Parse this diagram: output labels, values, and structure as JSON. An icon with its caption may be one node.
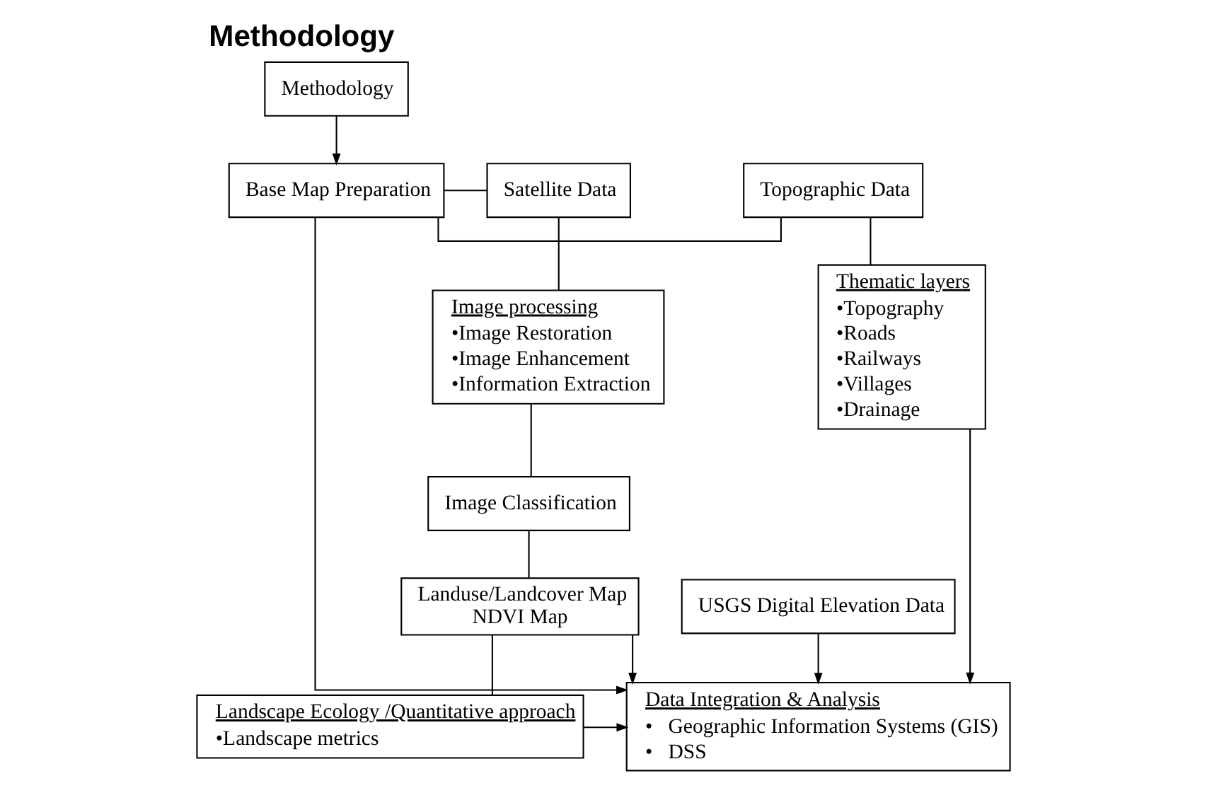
{
  "diagram": {
    "title": "Methodology",
    "nodes": [
      {
        "text": [
          "Methodology"
        ]
      },
      {
        "text": [
          "Base Map Preparation"
        ]
      },
      {
        "text": [
          "Satellite Data"
        ]
      },
      {
        "text": [
          "Topographic Data"
        ]
      },
      {
        "text": [
          "Image processing",
          "•Image Restoration",
          "•Image Enhancement",
          "•Information Extraction"
        ]
      },
      {
        "text": [
          "Thematic layers",
          "•Topography",
          "•Roads",
          "•Railways",
          "•Villages",
          "•Drainage"
        ]
      },
      {
        "text": [
          "Image Classification"
        ]
      },
      {
        "text": [
          "Landuse/Landcover Map",
          "NDVI Map"
        ]
      },
      {
        "text": [
          "USGS Digital Elevation Data"
        ]
      },
      {
        "text": [
          "Landscape Ecology /Quantitative approach",
          "•Landscape metrics"
        ]
      },
      {
        "text": [
          "Data Integration & Analysis",
          "•   Geographic Information Systems (GIS)",
          "•   DSS"
        ]
      }
    ],
    "edges": [
      {
        "from": 0,
        "to": 1,
        "arrow": "to"
      },
      {
        "from": 1,
        "to": 2,
        "arrow": "none"
      },
      {
        "from": 1,
        "to": 3,
        "arrow": "none"
      },
      {
        "from": 2,
        "to": 4,
        "arrow": "none"
      },
      {
        "from": 3,
        "to": 5,
        "arrow": "none"
      },
      {
        "from": 4,
        "to": 6,
        "arrow": "none"
      },
      {
        "from": 6,
        "to": 7,
        "arrow": "none"
      },
      {
        "from": 1,
        "to": 10,
        "arrow": "to"
      },
      {
        "from": 5,
        "to": 10,
        "arrow": "to"
      },
      {
        "from": 7,
        "to": 10,
        "arrow": "to"
      },
      {
        "from": 8,
        "to": 10,
        "arrow": "to"
      },
      {
        "from": 7,
        "to": 9,
        "arrow": "none"
      },
      {
        "from": 9,
        "to": 10,
        "arrow": "to"
      }
    ]
  }
}
